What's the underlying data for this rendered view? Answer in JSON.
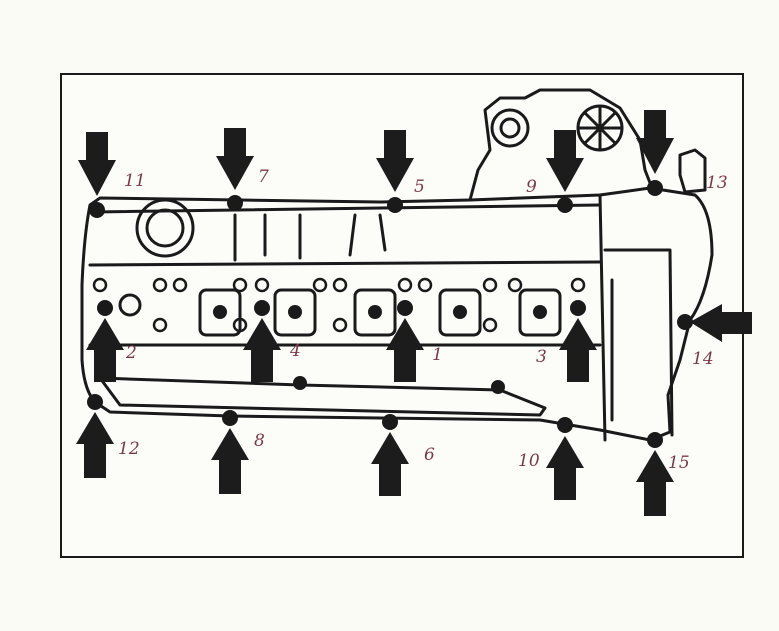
{
  "diagram": {
    "bolt_labels": [
      "1",
      "2",
      "3",
      "4",
      "5",
      "6",
      "7",
      "8",
      "9",
      "10",
      "11",
      "12",
      "13",
      "14",
      "15"
    ]
  },
  "colors": {
    "line": "#1a1a1a",
    "arrow": "#1c1c1c",
    "label": "#7a3a4a",
    "paper": "#fcfcf9"
  }
}
